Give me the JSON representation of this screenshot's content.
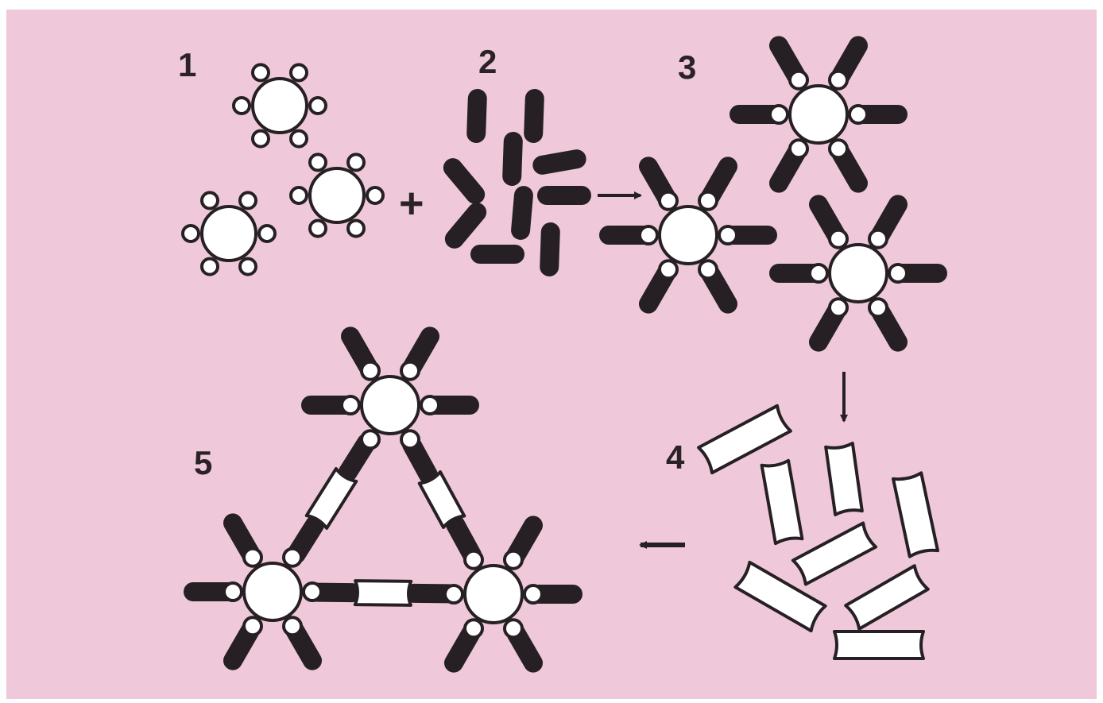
{
  "figure": {
    "background_color": "#efc9d9",
    "ink_color": "#262024",
    "plus_sign": "+",
    "steps": [
      {
        "label": "1"
      },
      {
        "label": "2"
      },
      {
        "label": "3"
      },
      {
        "label": "4"
      },
      {
        "label": "5"
      }
    ]
  }
}
